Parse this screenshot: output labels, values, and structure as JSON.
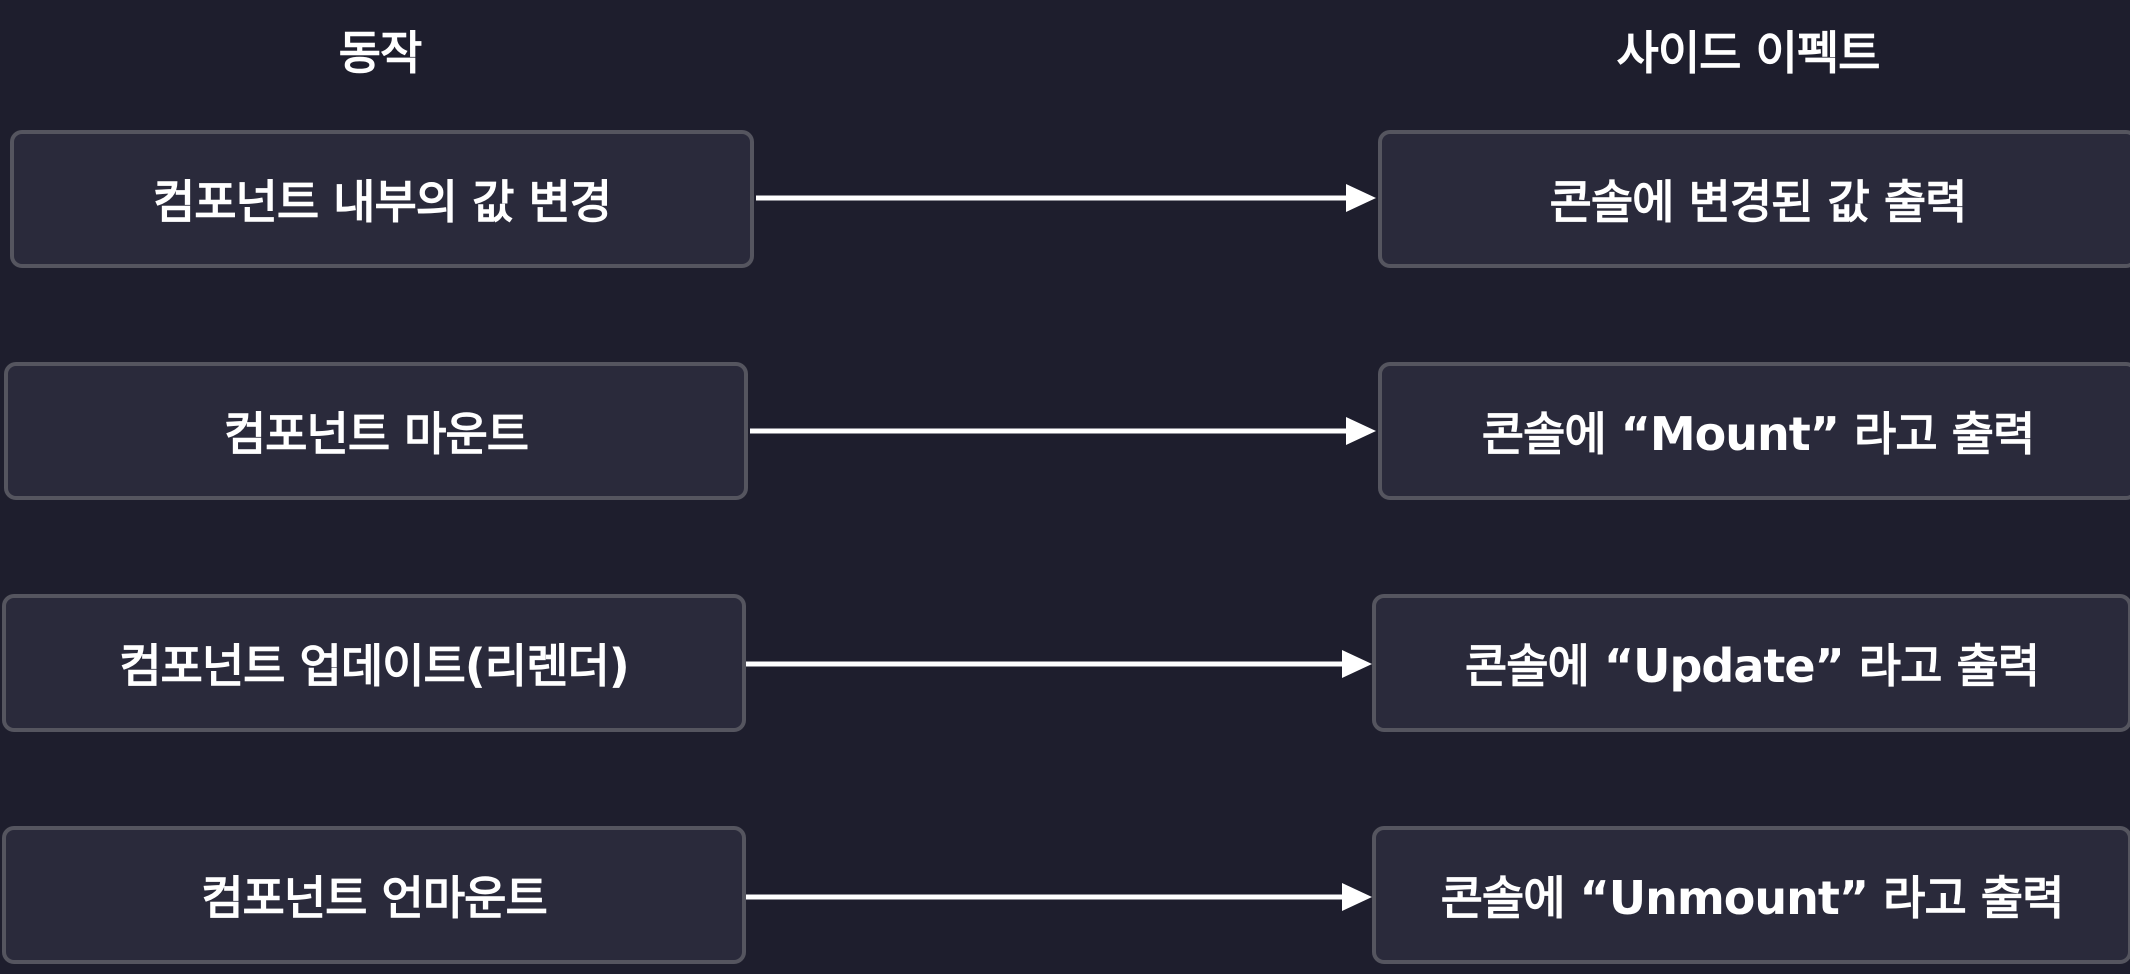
{
  "headings": {
    "action": "동작",
    "side_effect": "사이드 이펙트"
  },
  "rows": [
    {
      "action": "컴포넌트 내부의 값 변경",
      "effect": "콘솔에 변경된 값 출력"
    },
    {
      "action": "컴포넌트 마운트",
      "effect": "콘솔에 “Mount” 라고 출력"
    },
    {
      "action": "컴포넌트 업데이트(리렌더)",
      "effect": "콘솔에 “Update” 라고 출력"
    },
    {
      "action": "컴포넌트 언마운트",
      "effect": "콘솔에 “Unmount” 라고 출력"
    }
  ],
  "colors": {
    "background": "#1e1e2d",
    "box_fill": "#2a2a3b",
    "box_border": "#55555f",
    "text": "#ffffff",
    "arrow": "#ffffff"
  }
}
